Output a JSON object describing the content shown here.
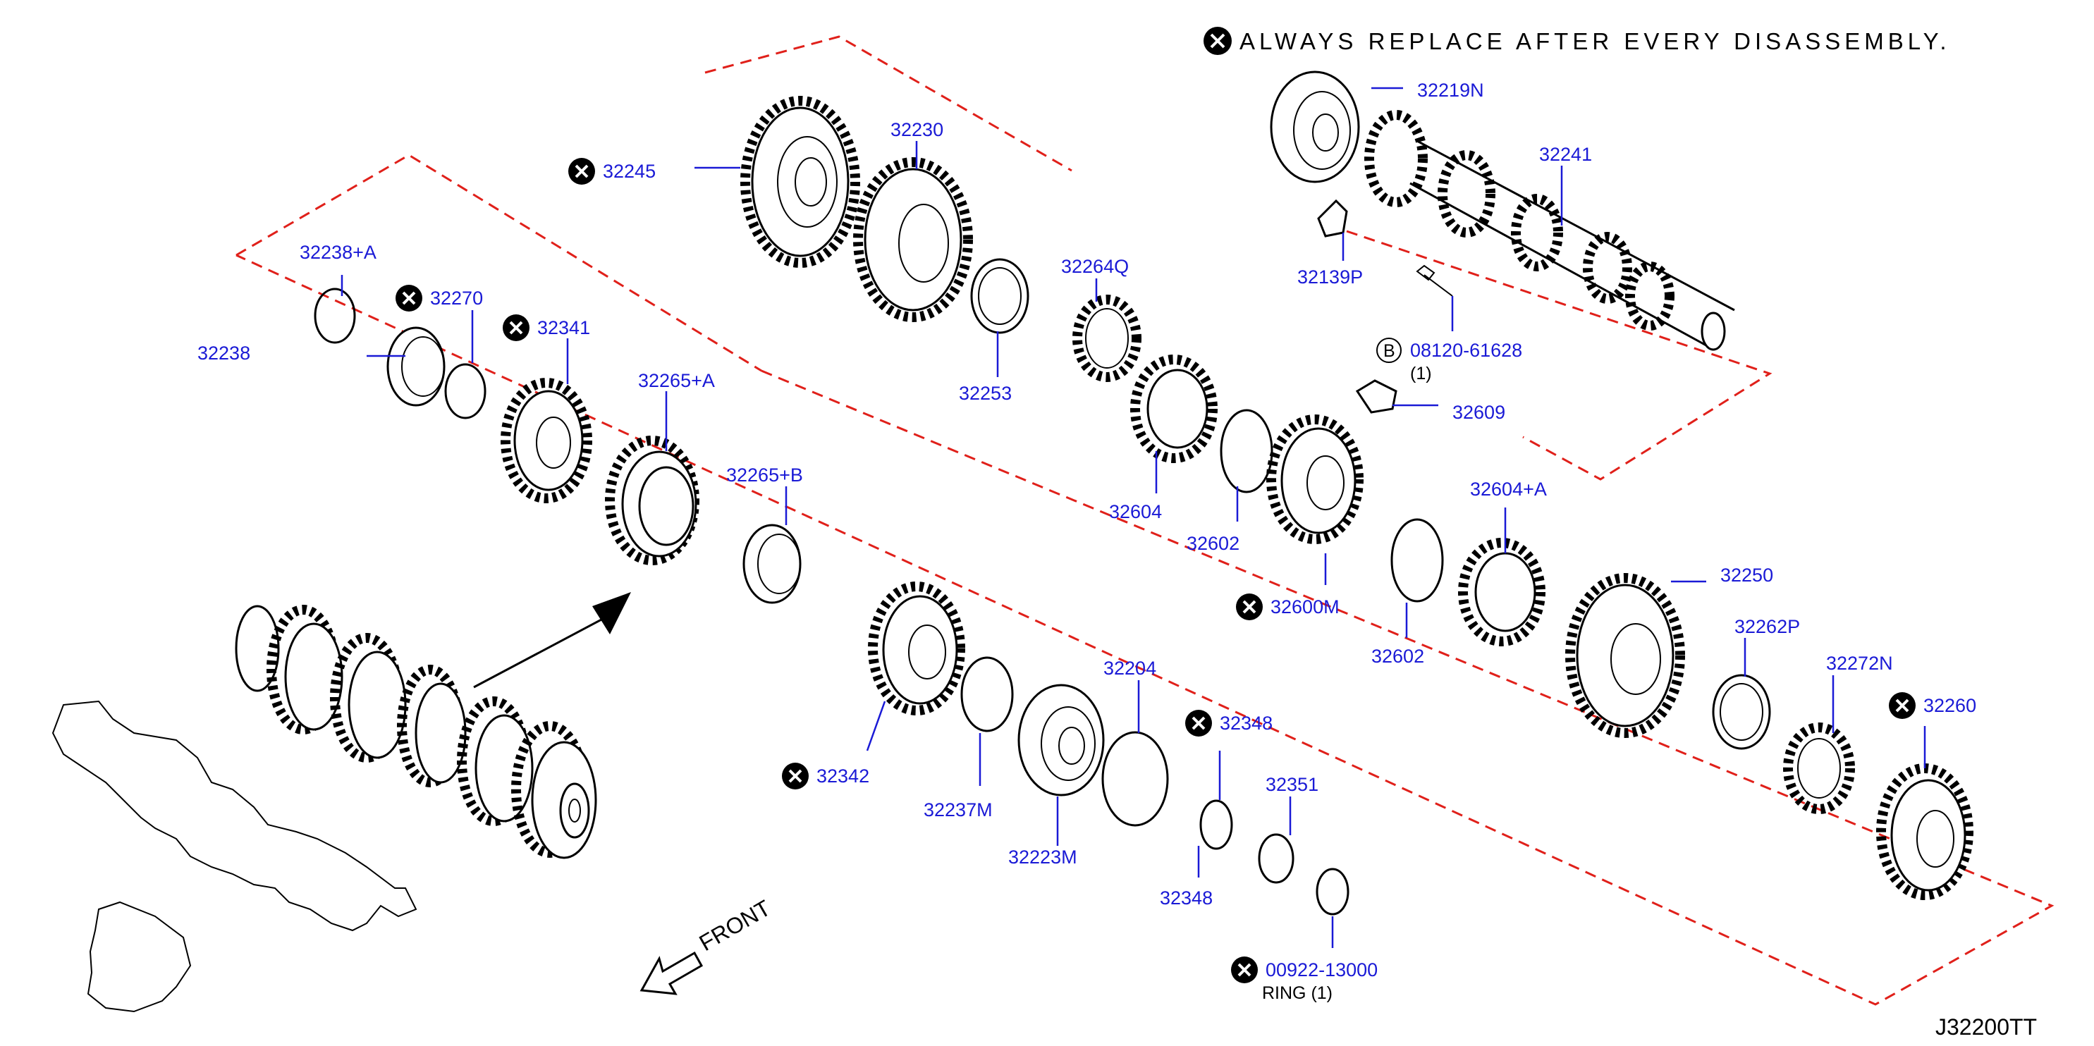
{
  "note": {
    "text": "ALWAYS REPLACE AFTER EVERY DISASSEMBLY."
  },
  "diagram_code": "J32200TT",
  "front_label": "FRONT",
  "colors": {
    "part_number": "#1a1ad6",
    "boundary": "#e0201a",
    "line": "#000000"
  },
  "parts": [
    {
      "id": "32245",
      "replace": true
    },
    {
      "id": "32230",
      "replace": false
    },
    {
      "id": "32219N",
      "replace": false
    },
    {
      "id": "32241",
      "replace": false
    },
    {
      "id": "32238+A",
      "replace": false
    },
    {
      "id": "32238",
      "replace": false
    },
    {
      "id": "32270",
      "replace": true
    },
    {
      "id": "32341",
      "replace": true
    },
    {
      "id": "32265+A",
      "replace": false
    },
    {
      "id": "32265+B",
      "replace": false
    },
    {
      "id": "32264Q",
      "replace": false
    },
    {
      "id": "32253",
      "replace": false
    },
    {
      "id": "32139P",
      "replace": false
    },
    {
      "id": "08120-61628",
      "replace": false,
      "prefix": "B",
      "qty": "(1)"
    },
    {
      "id": "32609",
      "replace": false
    },
    {
      "id": "32604",
      "replace": false
    },
    {
      "id": "32602",
      "replace": false
    },
    {
      "id": "32600M",
      "replace": true
    },
    {
      "id": "32604+A",
      "replace": false
    },
    {
      "id": "32602",
      "replace": false
    },
    {
      "id": "32250",
      "replace": false
    },
    {
      "id": "32262P",
      "replace": false
    },
    {
      "id": "32272N",
      "replace": false
    },
    {
      "id": "32260",
      "replace": true
    },
    {
      "id": "32204",
      "replace": false
    },
    {
      "id": "32348",
      "replace": true
    },
    {
      "id": "32342",
      "replace": true
    },
    {
      "id": "32237M",
      "replace": false
    },
    {
      "id": "32223M",
      "replace": false
    },
    {
      "id": "32351",
      "replace": false
    },
    {
      "id": "32348",
      "replace": false
    },
    {
      "id": "00922-13000",
      "replace": true,
      "name": "RING",
      "qty": "(1)"
    }
  ]
}
